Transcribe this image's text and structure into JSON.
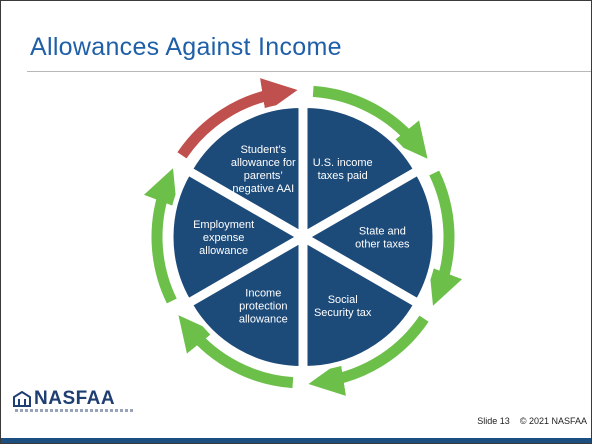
{
  "slide": {
    "title": "Allowances Against Income",
    "footer_slide": "Slide 13",
    "footer_copyright": "© 2021 NASFAA",
    "logo_text": "NASFAA"
  },
  "diagram": {
    "segments": [
      {
        "name": "us-income-taxes",
        "lines": [
          "U.S. income",
          "taxes paid"
        ],
        "arrow_color": "#6cc04a"
      },
      {
        "name": "state-other-taxes",
        "lines": [
          "State and",
          "other taxes"
        ],
        "arrow_color": "#6cc04a"
      },
      {
        "name": "social-security-tax",
        "lines": [
          "Social",
          "Security tax"
        ],
        "arrow_color": "#6cc04a"
      },
      {
        "name": "income-protection",
        "lines": [
          "Income",
          "protection",
          "allowance"
        ],
        "arrow_color": "#6cc04a"
      },
      {
        "name": "employment-expense",
        "lines": [
          "Employment",
          "expense",
          "allowance"
        ],
        "arrow_color": "#6cc04a"
      },
      {
        "name": "student-allowance",
        "lines": [
          "Student’s",
          "allowance for",
          "parents’",
          "negative AAI"
        ],
        "arrow_color": "#c0504d"
      }
    ],
    "segment_color": "#1c4a79"
  }
}
